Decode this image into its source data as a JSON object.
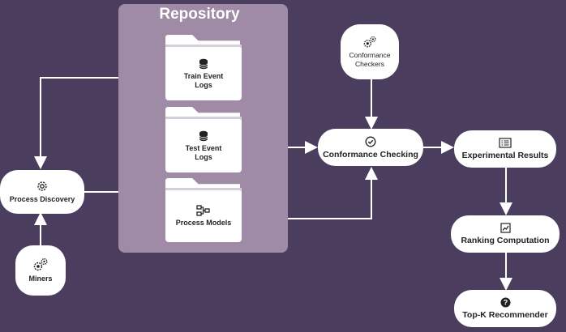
{
  "repository": {
    "title": "Repository",
    "items": [
      {
        "label_line1": "Train Event",
        "label_line2": "Logs",
        "icon": "database-icon"
      },
      {
        "label_line1": "Test Event",
        "label_line2": "Logs",
        "icon": "database-icon"
      },
      {
        "label_line1": "Process Models",
        "icon": "process-model-icon"
      }
    ]
  },
  "nodes": {
    "process_discovery": {
      "label": "Process Discovery",
      "icon": "gear-icon"
    },
    "miners": {
      "label": "Miners",
      "icon": "gears-icon"
    },
    "conformance_checkers": {
      "label_line1": "Conformance",
      "label_line2": "Checkers",
      "icon": "gears-icon"
    },
    "conformance_checking": {
      "label": "Conformance Checking",
      "icon": "check-circle-icon"
    },
    "experimental_results": {
      "label": "Experimental Results",
      "icon": "list-icon"
    },
    "ranking_computation": {
      "label": "Ranking Computation",
      "icon": "chart-icon"
    },
    "top_k_recommender": {
      "label": "Top-K Recommender",
      "icon": "question-icon"
    }
  },
  "colors": {
    "background": "#4b3d5e",
    "repository": "#a08ba6",
    "node": "#ffffff",
    "edge": "#ffffff"
  }
}
